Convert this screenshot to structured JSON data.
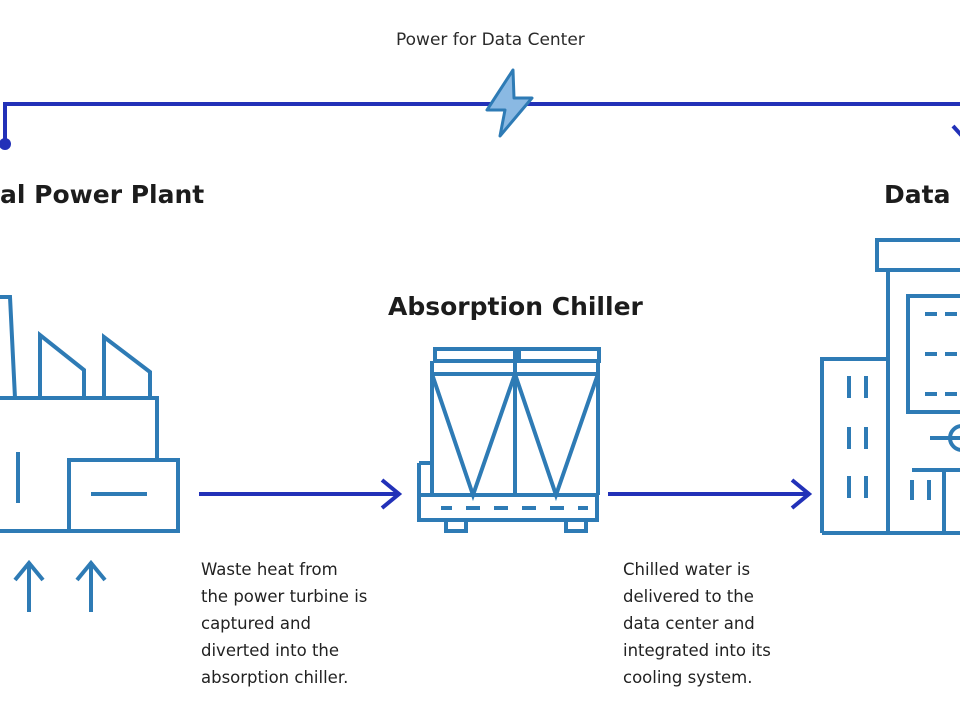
{
  "top_label": "Power for Data Center",
  "titles": {
    "power_plant": "al Power Plant",
    "absorption_chiller": "Absorption Chiller",
    "data_center": "Data C"
  },
  "captions": {
    "waste_heat": [
      "Waste heat from",
      "the power turbine is",
      "captured and",
      "diverted into the",
      "absorption chiller."
    ],
    "chilled_water": [
      "Chilled water is",
      "delivered to the",
      "data center and",
      "integrated into its",
      "cooling system."
    ]
  },
  "colors": {
    "line_navy": "#2231b8",
    "icon_blue": "#2e7bb5",
    "bolt_fill": "#8ab9e3"
  }
}
